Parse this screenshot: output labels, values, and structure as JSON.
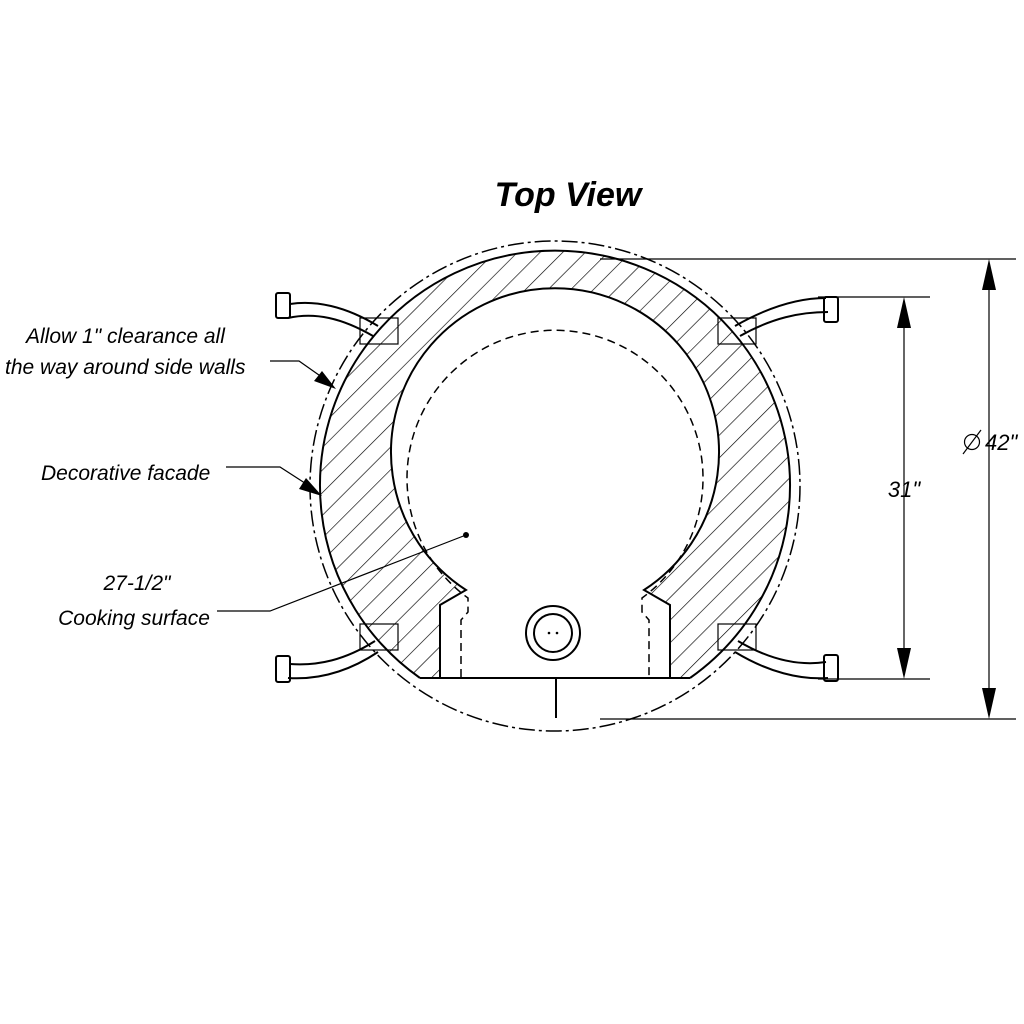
{
  "title": "Top View",
  "notes": {
    "clearance_line1": "Allow 1\" clearance all",
    "clearance_line2": "the way around side walls",
    "facade": "Decorative facade",
    "cooking_size": "27-1/2\"",
    "cooking_label": "Cooking surface"
  },
  "dimensions": {
    "depth": "31\"",
    "diameter": "42\""
  }
}
